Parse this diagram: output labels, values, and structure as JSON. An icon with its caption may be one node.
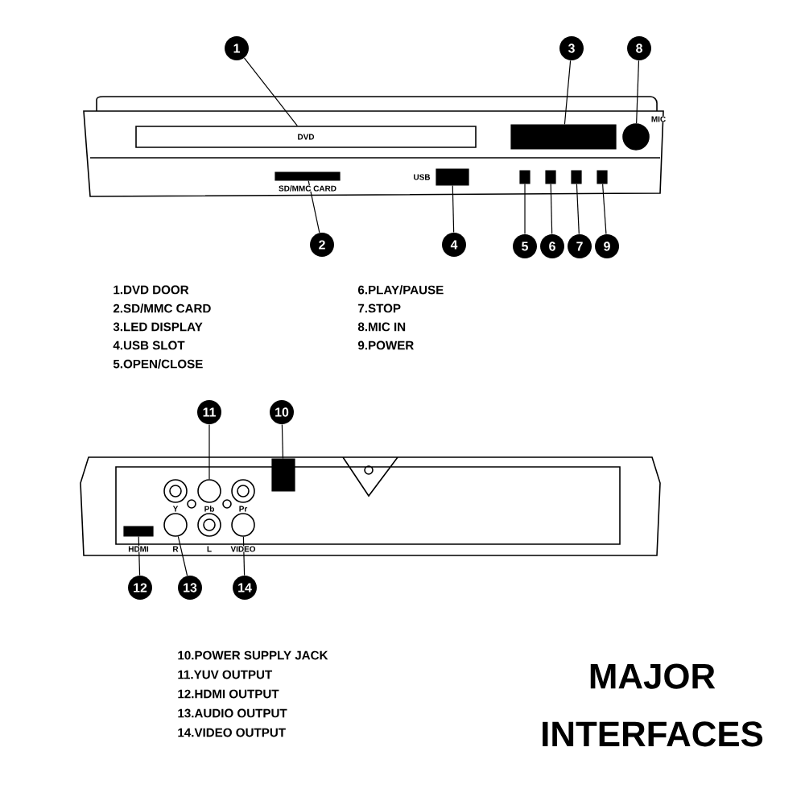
{
  "diagram": {
    "title": "MAJOR INTERFACES",
    "nodes": [
      {
        "text": [
          "1"
        ]
      },
      {
        "text": [
          "2"
        ]
      },
      {
        "text": [
          "3"
        ]
      },
      {
        "text": [
          "4"
        ]
      },
      {
        "text": [
          "5"
        ]
      },
      {
        "text": [
          "6"
        ]
      },
      {
        "text": [
          "7"
        ]
      },
      {
        "text": [
          "8"
        ]
      },
      {
        "text": [
          "9"
        ]
      },
      {
        "text": [
          "10"
        ]
      },
      {
        "text": [
          "11"
        ]
      },
      {
        "text": [
          "12"
        ]
      },
      {
        "text": [
          "13"
        ]
      },
      {
        "text": [
          "14"
        ]
      },
      {
        "text": [
          "DVD"
        ]
      },
      {
        "text": [],
        "shape": "box"
      },
      {
        "text": [],
        "shape": "box"
      },
      {
        "text": [],
        "shape": "box"
      },
      {
        "text": [],
        "shape": "box"
      },
      {
        "text": [],
        "shape": "box"
      },
      {
        "text": [],
        "shape": "box"
      },
      {
        "text": [],
        "shape": "circle"
      },
      {
        "text": [],
        "shape": "box"
      },
      {
        "text": [],
        "shape": "box"
      },
      {
        "text": [],
        "shape": "circle"
      },
      {
        "text": [],
        "shape": "box"
      },
      {
        "text": [],
        "shape": "circle"
      },
      {
        "text": [],
        "shape": "circle"
      }
    ],
    "edges": [
      {
        "from": 0,
        "to": 14,
        "arrow": "none"
      },
      {
        "from": 1,
        "to": 15,
        "arrow": "none"
      },
      {
        "from": 2,
        "to": 16,
        "arrow": "none"
      },
      {
        "from": 3,
        "to": 17,
        "arrow": "none"
      },
      {
        "from": 4,
        "to": 18,
        "arrow": "none"
      },
      {
        "from": 5,
        "to": 19,
        "arrow": "none"
      },
      {
        "from": 6,
        "to": 20,
        "arrow": "none"
      },
      {
        "from": 7,
        "to": 21,
        "arrow": "none"
      },
      {
        "from": 8,
        "to": 22,
        "arrow": "none"
      },
      {
        "from": 9,
        "to": 23,
        "arrow": "none"
      },
      {
        "from": 10,
        "to": 24,
        "arrow": "none"
      },
      {
        "from": 11,
        "to": 25,
        "arrow": "none"
      },
      {
        "from": 12,
        "to": 26,
        "arrow": "none"
      },
      {
        "from": 13,
        "to": 27,
        "arrow": "none"
      }
    ],
    "labels": [
      "SD/MMC CARD",
      "USB",
      "MIC",
      "Y",
      "Pb",
      "Pr",
      "HDMI",
      "R",
      "L",
      "VIDEO",
      "1.DVD DOOR",
      "2.SD/MMC CARD",
      "3.LED DISPLAY",
      "4.USB SLOT",
      "5.OPEN/CLOSE",
      "6.PLAY/PAUSE",
      "7.STOP",
      "8.MIC IN",
      "9.POWER",
      "10.POWER SUPPLY JACK",
      "11.YUV OUTPUT",
      "12.HDMI OUTPUT",
      "13.AUDIO OUTPUT",
      "14.VIDEO OUTPUT"
    ]
  }
}
